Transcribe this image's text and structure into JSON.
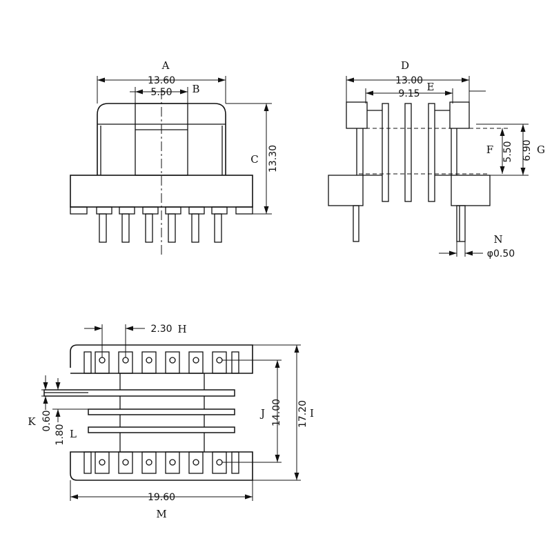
{
  "front": {
    "A": {
      "letter": "A",
      "value": "13.60"
    },
    "B": {
      "letter": "B",
      "value": "5.50"
    },
    "C": {
      "letter": "C",
      "value": "13.30"
    }
  },
  "side": {
    "D": {
      "letter": "D",
      "value": "13.00"
    },
    "E": {
      "letter": "E",
      "value": "9.15"
    },
    "F": {
      "letter": "F",
      "value": "5.50"
    },
    "G": {
      "letter": "G",
      "value": "6.90"
    },
    "N": {
      "letter": "N",
      "value": "φ0.50"
    }
  },
  "bottom": {
    "H": {
      "letter": "H",
      "value": "2.30"
    },
    "I": {
      "letter": "I",
      "value": "17.20"
    },
    "J": {
      "letter": "J",
      "value": "14.00"
    },
    "K": {
      "letter": "K",
      "value": "0.60"
    },
    "L": {
      "letter": "L",
      "value": "1.80"
    },
    "M": {
      "letter": "M",
      "value": "19.60"
    }
  }
}
